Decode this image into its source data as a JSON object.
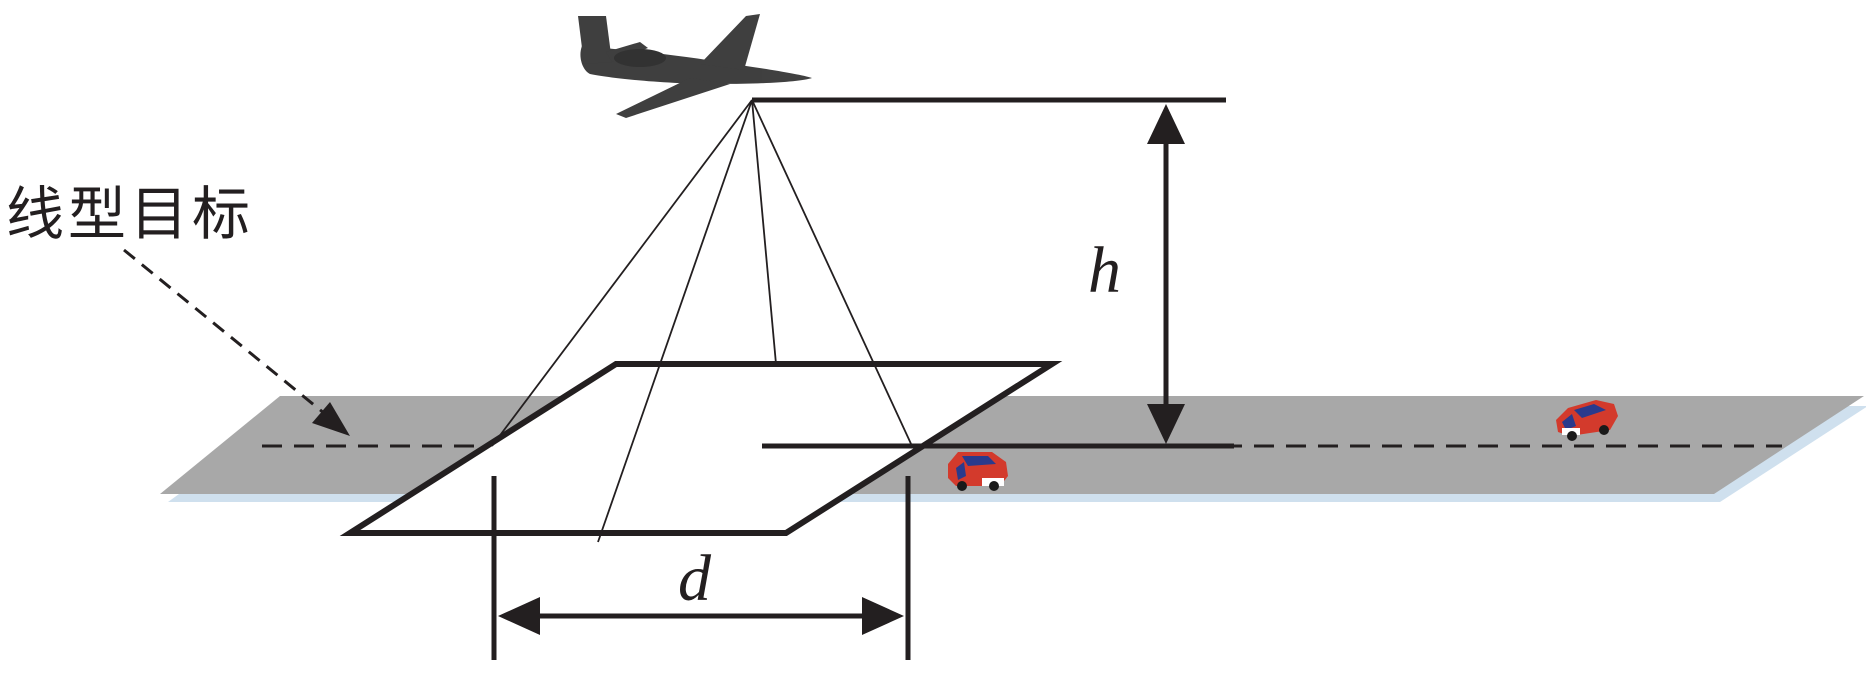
{
  "labels": {
    "target": "线型目标",
    "height": "h",
    "distance": "d"
  },
  "colors": {
    "road": "#a8a8a8",
    "road_shadow": "#cfe0ee",
    "line": "#231f20",
    "aircraft": "#2b2b2b",
    "car_body": "#d33a2c",
    "car_window": "#2a3a8c"
  },
  "icons": {
    "aircraft": "uav-icon",
    "vehicle": "car-icon"
  }
}
